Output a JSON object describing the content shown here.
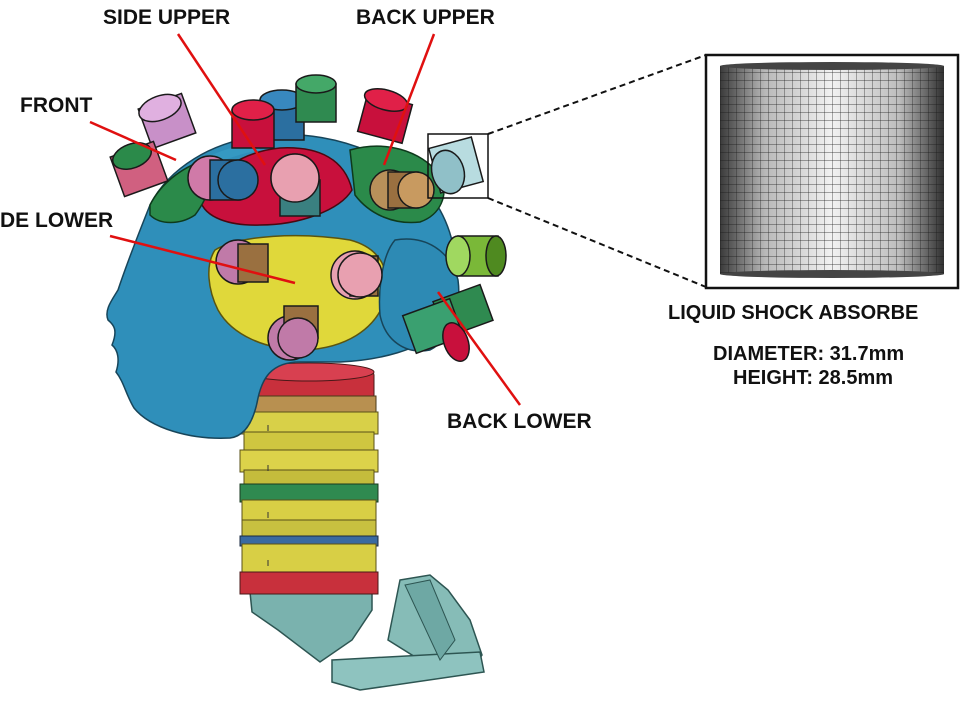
{
  "labels": {
    "side_upper": "SIDE UPPER",
    "back_upper": "BACK UPPER",
    "front": "FRONT",
    "side_lower": "DE LOWER",
    "back_lower": "BACK LOWER"
  },
  "absorber": {
    "title": "LIQUID SHOCK ABSORBE",
    "diameter": "DIAMETER: 31.7mm",
    "height": "HEIGHT: 28.5mm"
  },
  "colors": {
    "head": "#2e8fb8",
    "side_upper_pad": "#c8103c",
    "back_upper_pad": "#2b8a4a",
    "side_lower_pad": "#e0d83a",
    "neck_disc": "#d8cf45",
    "leader_line": "#e01010"
  }
}
